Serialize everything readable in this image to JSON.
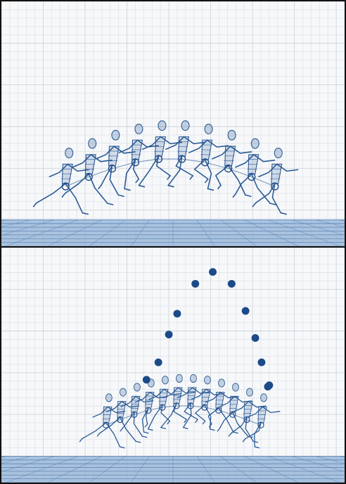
{
  "app": {
    "title": "",
    "views": [
      {
        "id": "top",
        "label": "",
        "ground_visible": true,
        "grid": true
      },
      {
        "id": "bottom",
        "label": "",
        "ground_visible": true,
        "grid": true
      }
    ]
  },
  "colors": {
    "background": "#f7f8fa",
    "grid_minor": "#dfe4ea",
    "grid_major": "#c9cfd8",
    "figure": "#2a5a95",
    "joint": "#1f4a86",
    "ground_fill": "#8fb0d4",
    "ground_line": "#5f88b8",
    "trajectory_point": "#1b4a88",
    "frame_border": "#111111"
  },
  "scene": {
    "figure_icon": "skeleton-wireframe-icon",
    "trajectory_icon": "com-point-icon",
    "top_pose_count": 10,
    "bottom_pose_count": 12,
    "bottom_trajectory_point_count": 12
  }
}
